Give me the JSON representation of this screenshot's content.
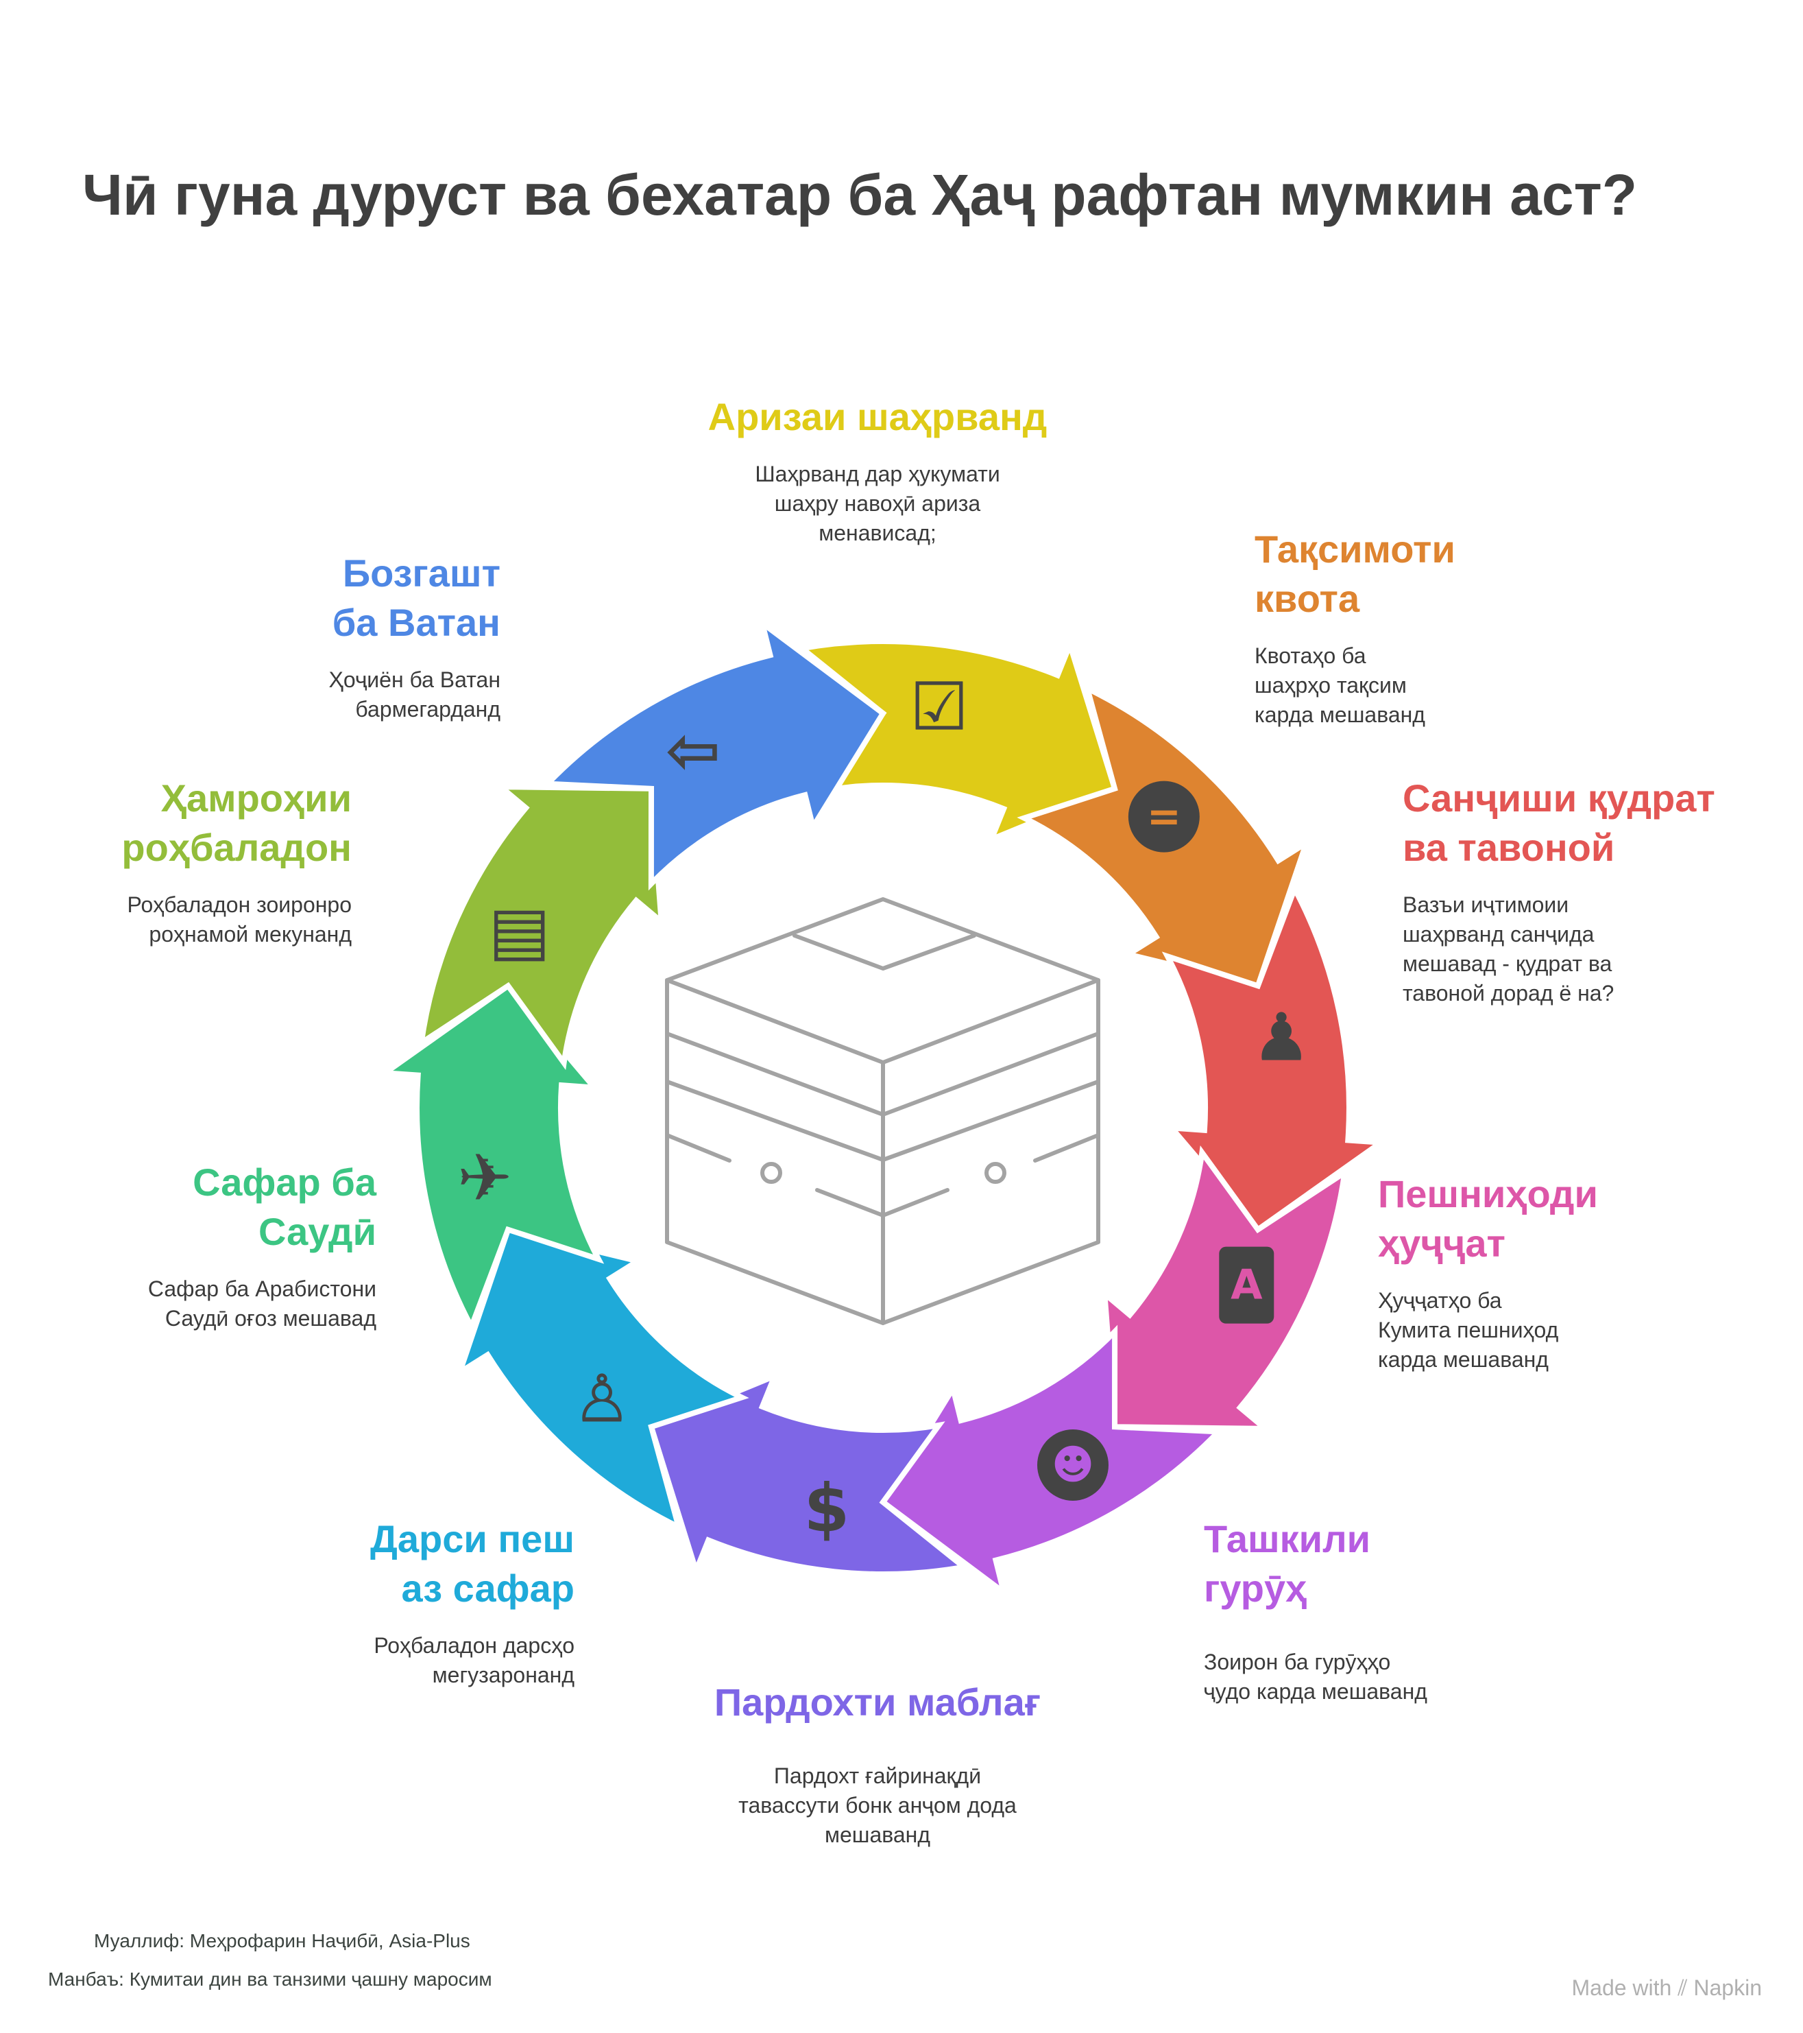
{
  "title": "Чӣ гуна дуруст ва бехатар ба Ҳаҷ рафтан мумкин аст?",
  "steps": [
    {
      "title": "Аризаи шаҳрванд",
      "desc": "Шаҳрванд дар ҳукумати\nшаҳру навоҳӣ ариза\nменависад;",
      "color": "#DFCB17",
      "icon": "checklist-document-icon",
      "glyph": "☑"
    },
    {
      "title": "Тақсимоти\nквота",
      "desc": "Квотаҳо ба\nшаҳрҳо тақсим\nкарда мешаванд",
      "color": "#DE8430",
      "icon": "equals-circle-icon",
      "glyph": "="
    },
    {
      "title": "Санҷиши қудрат\nва тавоной",
      "desc": "Вазъи иҷтимоии\nшаҳрванд санҷида\nмешавад - қудрат ва\nтавоной дорад ё на?",
      "color": "#E35654",
      "icon": "person-assessment-icon",
      "glyph": "♟"
    },
    {
      "title": "Пешниҳоди\nҳуҷҷат",
      "desc": "Ҳуҷҷатҳо ба\nКумита пешниҳод\nкарда мешаванд",
      "color": "#DD56A8",
      "icon": "document-icon",
      "glyph": "A"
    },
    {
      "title": "Ташкили\nгурӯҳ",
      "desc": "Зоирон ба гурӯҳҳо\nҷудо карда мешаванд",
      "color": "#B65CE1",
      "icon": "group-icon",
      "glyph": "☻"
    },
    {
      "title": "Пардохти маблағ",
      "desc": "Пардохт ғайринақдӣ\nтавассути бонк анҷом дода\nмешаванд",
      "color": "#7E66E6",
      "icon": "money-hand-icon",
      "glyph": "$"
    },
    {
      "title": "Дарси пеш\nаз сафар",
      "desc": "Роҳбаладон дарсҳо\nмегузаронанд",
      "color": "#1FAAD9",
      "icon": "teacher-graduation-icon",
      "glyph": "♙"
    },
    {
      "title": "Сафар ба\nСаудӣ",
      "desc": "Сафар ба Арабистони\nСаудӣ оғоз мешавад",
      "color": "#3CC583",
      "icon": "airplane-icon",
      "glyph": "✈"
    },
    {
      "title": "Ҳамроҳии\nроҳбаладон",
      "desc": "Роҳбаладон зоиронро\nроҳнамой мекунанд",
      "color": "#93BD3A",
      "icon": "kaaba-icon",
      "glyph": "▤"
    },
    {
      "title": "Бозгашт\nба Ватан",
      "desc": "Ҳоҷиён ба Ватан\nбармегарданд",
      "color": "#4E87E4",
      "icon": "traveler-return-icon",
      "glyph": "⇦"
    }
  ],
  "footer": {
    "author": "Муаллиф: Меҳрофарин Наҷибӣ, Asia-Plus",
    "source": "Манбаъ: Кумитаи дин ва танзими ҷашну маросим",
    "brand": "Made with",
    "brand_name": "Napkin"
  }
}
